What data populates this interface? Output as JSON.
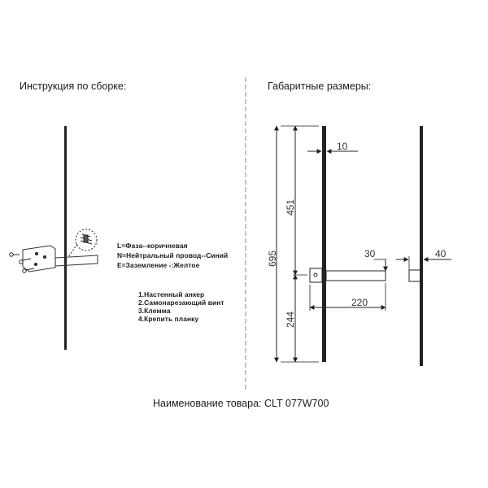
{
  "left_panel": {
    "title": "Инструкция по сборке:",
    "wiring": [
      "L=Фаза--коричневая",
      "N=Нейтральный провод--Синий",
      "E=Заземление -:Желтое"
    ],
    "steps": [
      "1.Настенный анкер",
      "2.Самонарезающий винт",
      "3.Клемма",
      "4.Крепить планку"
    ]
  },
  "right_panel": {
    "title": "Габаритные размеры:",
    "dimensions": {
      "height_total": "695",
      "height_upper": "451",
      "height_lower": "244",
      "depth_profile": "10",
      "bracket_thickness": "30",
      "bracket_length": "220",
      "side_depth": "40"
    }
  },
  "footer": {
    "product_name": "Наименование товара: CLT 077W700"
  }
}
